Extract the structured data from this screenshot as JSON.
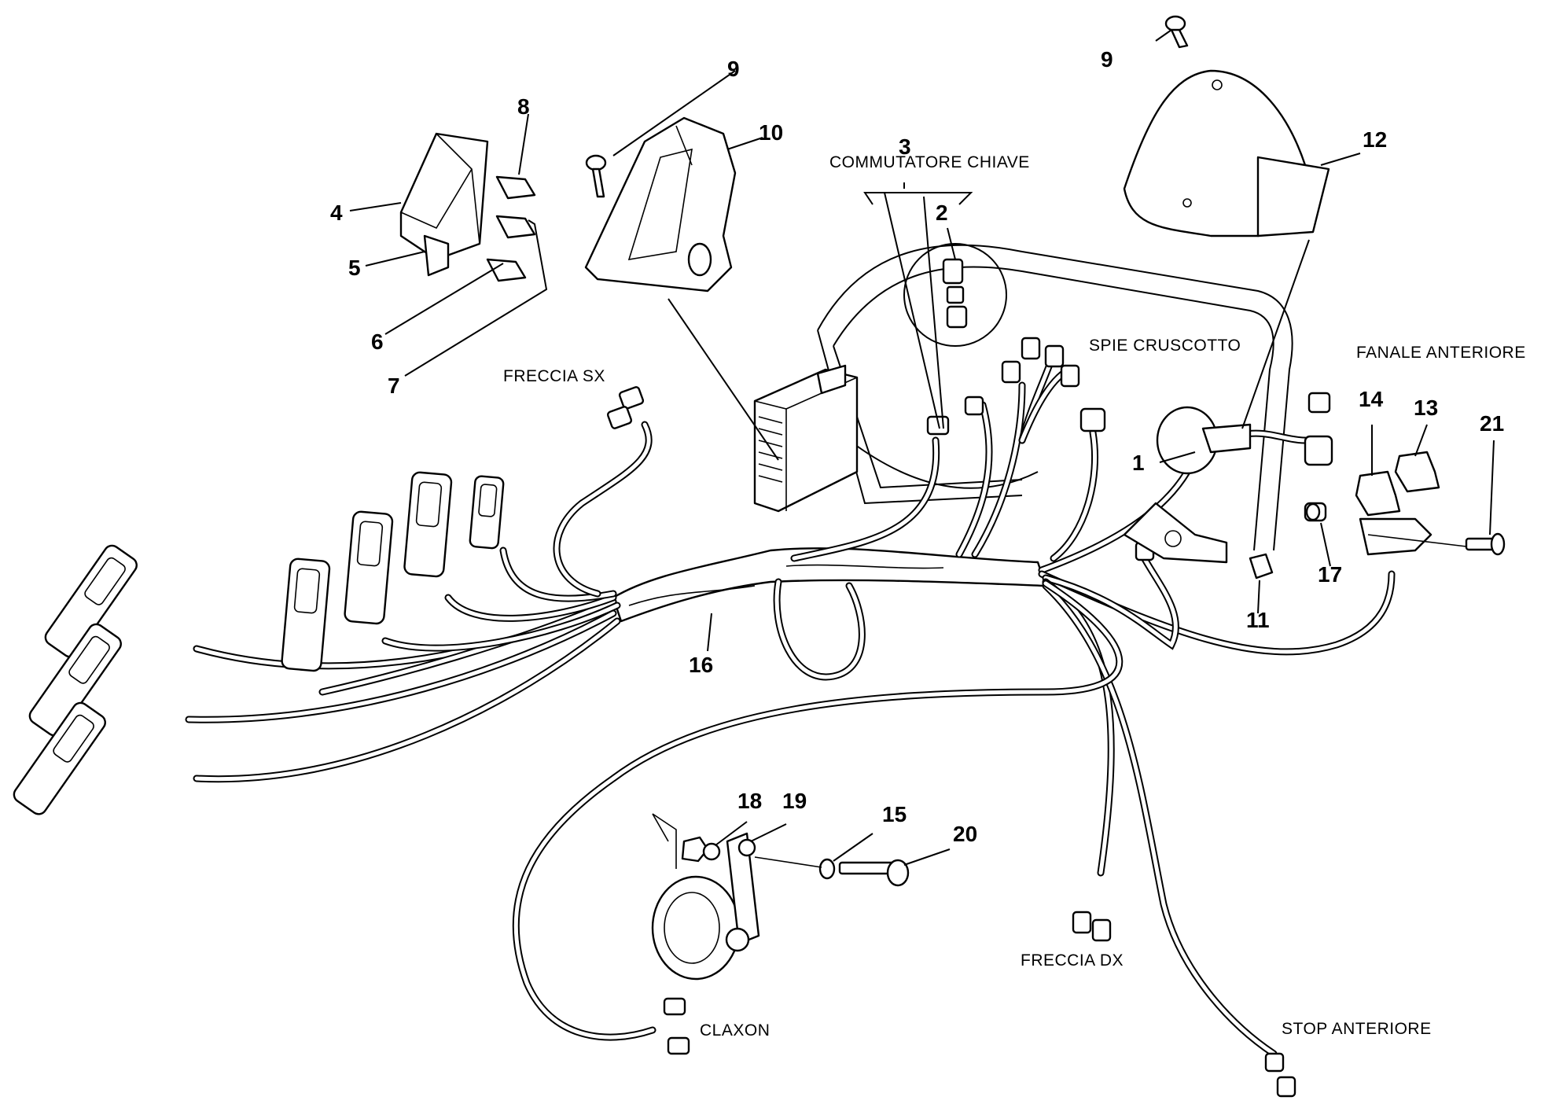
{
  "callouts": [
    {
      "id": "c1",
      "text": "1"
    },
    {
      "id": "c2",
      "text": "2"
    },
    {
      "id": "c3",
      "text": "3"
    },
    {
      "id": "c4",
      "text": "4"
    },
    {
      "id": "c5",
      "text": "5"
    },
    {
      "id": "c6",
      "text": "6"
    },
    {
      "id": "c7",
      "text": "7"
    },
    {
      "id": "c8",
      "text": "8"
    },
    {
      "id": "c9a",
      "text": "9"
    },
    {
      "id": "c9b",
      "text": "9"
    },
    {
      "id": "c10",
      "text": "10"
    },
    {
      "id": "c11",
      "text": "11"
    },
    {
      "id": "c12",
      "text": "12"
    },
    {
      "id": "c13",
      "text": "13"
    },
    {
      "id": "c14",
      "text": "14"
    },
    {
      "id": "c15",
      "text": "15"
    },
    {
      "id": "c16",
      "text": "16"
    },
    {
      "id": "c17",
      "text": "17"
    },
    {
      "id": "c18",
      "text": "18"
    },
    {
      "id": "c19",
      "text": "19"
    },
    {
      "id": "c20",
      "text": "20"
    },
    {
      "id": "c21",
      "text": "21"
    }
  ],
  "labels": {
    "commutatore_chiave": "COMMUTATORE CHIAVE",
    "spie_cruscotto": "SPIE CRUSCOTTO",
    "fanale_anteriore": "FANALE ANTERIORE",
    "freccia_sx": "FRECCIA SX",
    "freccia_dx": "FRECCIA DX",
    "claxon": "CLAXON",
    "stop_anteriore": "STOP ANTERIORE"
  }
}
